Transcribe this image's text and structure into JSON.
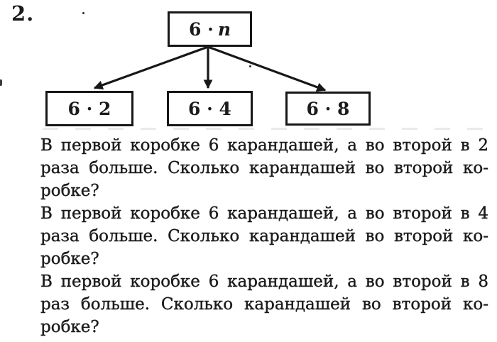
{
  "page": {
    "exercise_number": "2.",
    "ink_color": "#1b1b1b",
    "background_color": "#ffffff"
  },
  "diagram": {
    "top_box": {
      "factor": "6 ·",
      "variable": "n"
    },
    "boxes": [
      {
        "label": "6 · 2"
      },
      {
        "label": "6 · 4"
      },
      {
        "label": "6 · 8"
      }
    ]
  },
  "problems": {
    "lines": [
      {
        "text": "В первой коробке 6 карандашей, а во второй в 2"
      },
      {
        "text": "раза больше. Сколько карандашей во второй ко-"
      },
      {
        "text": "робке?"
      },
      {
        "text": "В первой коробке 6 карандашей, а во второй в 4"
      },
      {
        "text": "раза больше. Сколько карандашей во второй ко-"
      },
      {
        "text": "робке?"
      },
      {
        "text": "В первой коробке 6 карандашей, а во второй в 8"
      },
      {
        "text": "раз больше. Сколько карандашей во второй ко-"
      },
      {
        "text": "робке?"
      }
    ]
  }
}
